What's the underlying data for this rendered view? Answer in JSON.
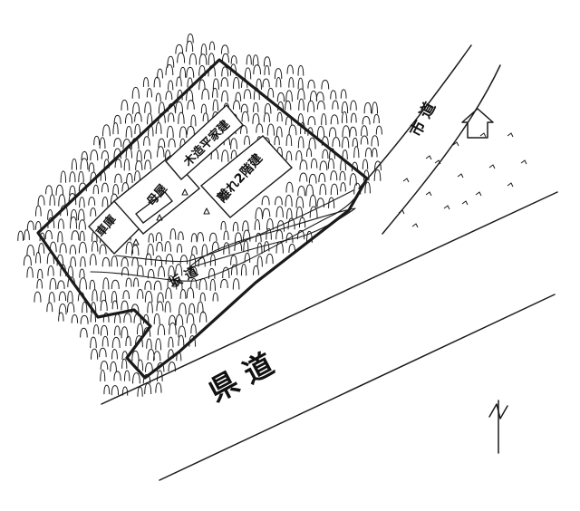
{
  "map": {
    "labels": {
      "prefectural_road": "県 道",
      "city_road": "市 道",
      "slope_road": "坂 道",
      "garage": "車庫",
      "main_house": "母屋",
      "wooden_one_story": "木造平家建",
      "detached_two_story": "離れ2階建"
    },
    "north_arrow_icon": "north-arrow-icon",
    "ink_color": "#1a1a1a",
    "background_color": "#ffffff"
  }
}
